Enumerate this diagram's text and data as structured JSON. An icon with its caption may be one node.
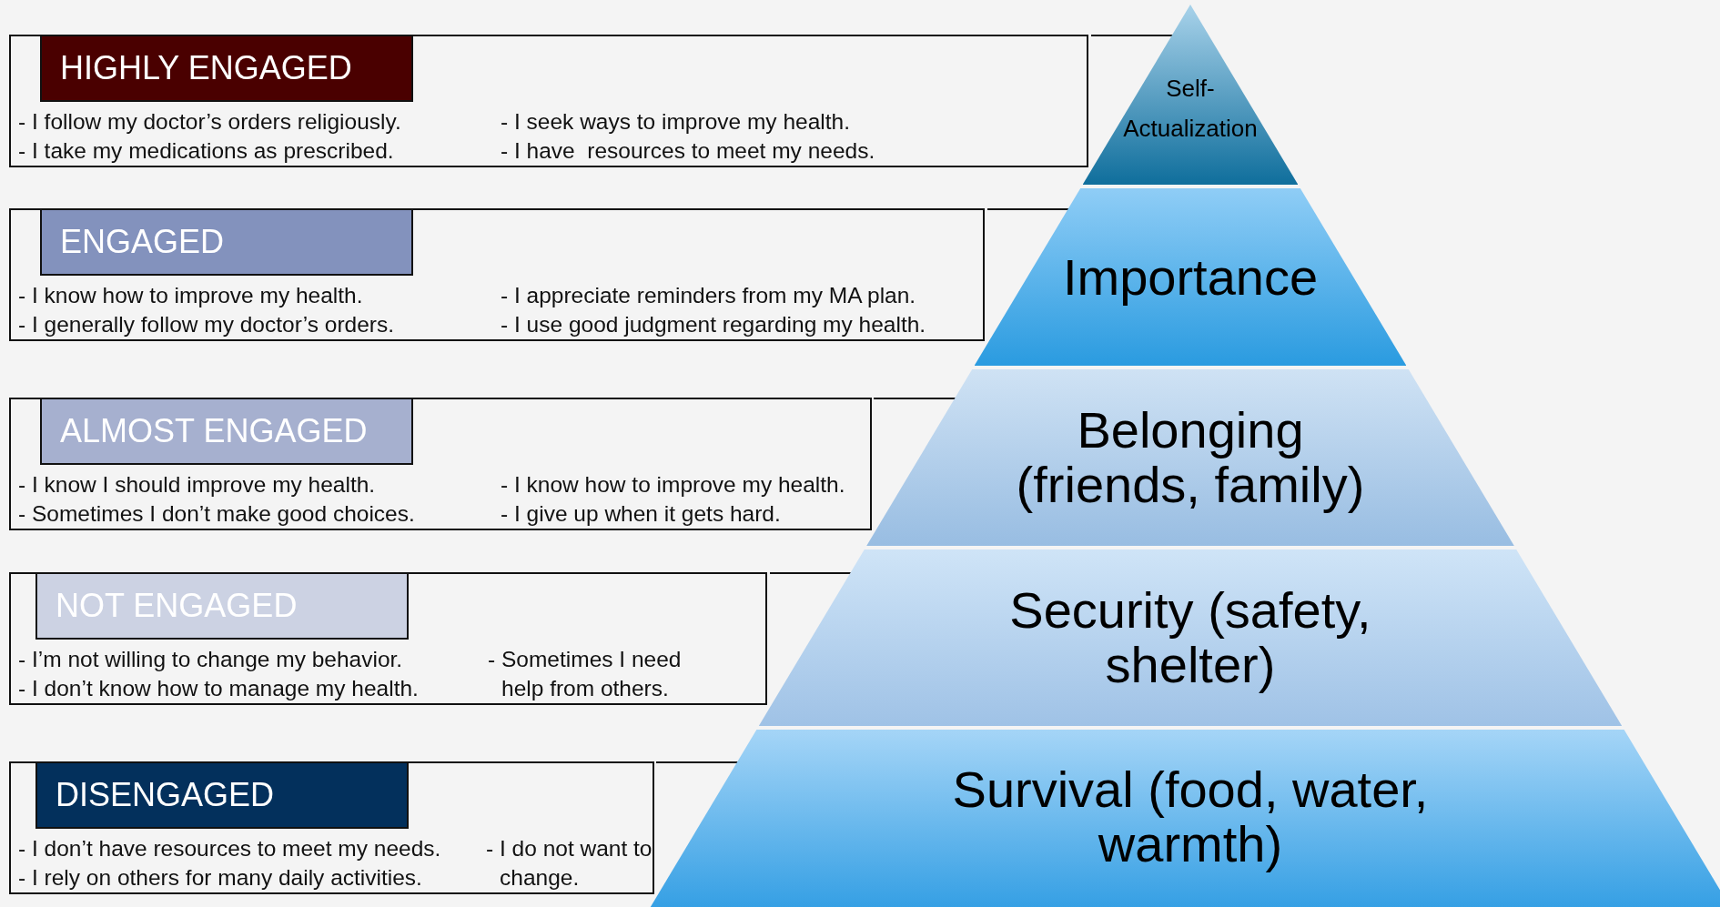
{
  "diagram": {
    "nodes": [
      {
        "text": [
          "- I follow my doctor’s orders religiously.",
          "- I take my medications as prescribed.",
          "- I seek ways to improve my health.",
          "- I have  resources to meet my needs."
        ]
      },
      {
        "text": [
          "HIGHLY ENGAGED"
        ],
        "in": 0
      },
      {
        "text": [
          "- I know how to improve my health.",
          "- I generally follow my doctor’s orders.",
          "- I appreciate reminders from my MA plan.",
          "- I use good judgment regarding my health."
        ]
      },
      {
        "text": [
          "ENGAGED"
        ],
        "in": 2
      },
      {
        "text": [
          "- I know I should improve my health.",
          "- Sometimes I don’t make good choices.",
          "- I know how to improve my health.",
          "- I give up when it gets hard."
        ]
      },
      {
        "text": [
          "ALMOST ENGAGED"
        ],
        "in": 4
      },
      {
        "text": [
          "- I’m not willing to change my behavior.",
          "- I don’t know how to manage my health.",
          "- Sometimes I need help from others."
        ]
      },
      {
        "text": [
          "NOT ENGAGED"
        ],
        "in": 6
      },
      {
        "text": [
          "- I don’t have resources to meet my needs.",
          "- I rely on others for many daily activities.",
          "- I do not want to change."
        ]
      },
      {
        "text": [
          "DISENGAGED"
        ],
        "in": 8
      },
      {
        "text": [
          "Self- Actualization"
        ]
      },
      {
        "text": [
          "Importance"
        ]
      },
      {
        "text": [
          "Belonging (friends, family)"
        ]
      },
      {
        "text": [
          "Security (safety, shelter)"
        ]
      },
      {
        "text": [
          "Survival (food, water, warmth)"
        ]
      }
    ],
    "edges": []
  }
}
